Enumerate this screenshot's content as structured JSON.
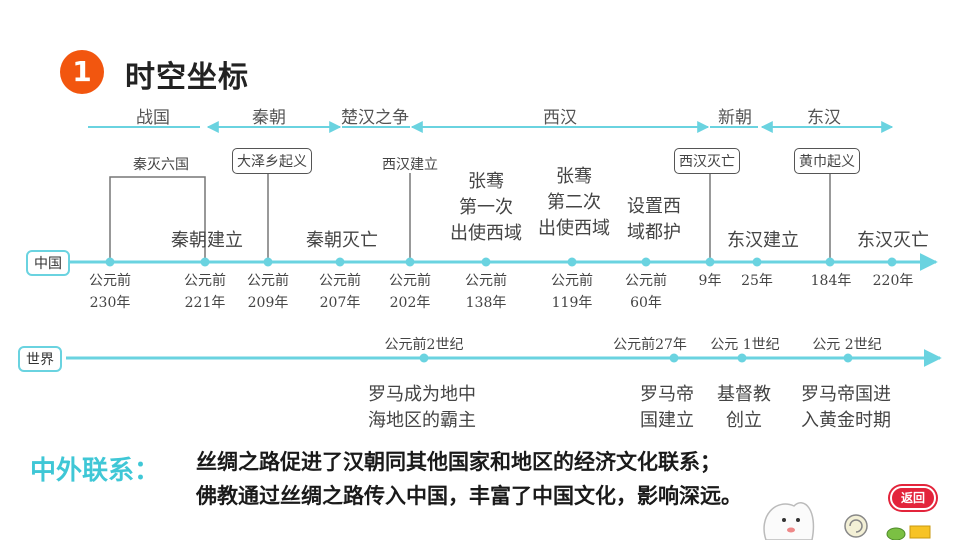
{
  "header": {
    "number": "1",
    "title": "时空坐标"
  },
  "china_axis_label": "中国",
  "world_axis_label": "世界",
  "periods": [
    "战国",
    "秦朝",
    "楚汉之争",
    "西汉",
    "新朝",
    "东汉"
  ],
  "china_events": {
    "qin_destroys_six": "秦灭六国",
    "qin_founded": "秦朝建立",
    "dazexiang": "大泽乡起义",
    "qin_fall": "秦朝灭亡",
    "xihan_founded": "西汉建立",
    "zhangqian1": [
      "张骞",
      "第一次",
      "出使西域"
    ],
    "zhangqian2": [
      "张骞",
      "第二次",
      "出使西域"
    ],
    "xiyu_duhu": [
      "设置西",
      "域都护"
    ],
    "xihan_fall": "西汉灭亡",
    "donghan_founded": "东汉建立",
    "yellow_turban": "黄巾起义",
    "donghan_fall": "东汉灭亡"
  },
  "china_dates": [
    [
      "公元前",
      "230年"
    ],
    [
      "公元前",
      "221年"
    ],
    [
      "公元前",
      "209年"
    ],
    [
      "公元前",
      "207年"
    ],
    [
      "公元前",
      "202年"
    ],
    [
      "公元前",
      "138年"
    ],
    [
      "公元前",
      "119年"
    ],
    [
      "公元前",
      "60年"
    ],
    [
      "9年"
    ],
    [
      "25年"
    ],
    [
      "184年"
    ],
    [
      "220年"
    ]
  ],
  "world_dates": [
    "公元前2世纪",
    "公元前27年",
    "公元 1世纪",
    "公元 2世纪"
  ],
  "world_events": [
    [
      "罗马成为地中",
      "海地区的霸主"
    ],
    [
      "罗马帝",
      "国建立"
    ],
    [
      "基督教",
      "创立"
    ],
    [
      "罗马帝国进",
      "入黄金时期"
    ]
  ],
  "summary": {
    "label": "中外联系：",
    "line1": "丝绸之路促进了汉朝同其他国家和地区的经济文化联系；",
    "line2": "佛教通过丝绸之路传入中国，丰富了中国文化，影响深远。"
  },
  "back_button": "返回",
  "colors": {
    "accent": "#f2560f",
    "axis": "#6ad3e0",
    "summary_label": "#3fc7d6",
    "back": "#e3243b"
  }
}
